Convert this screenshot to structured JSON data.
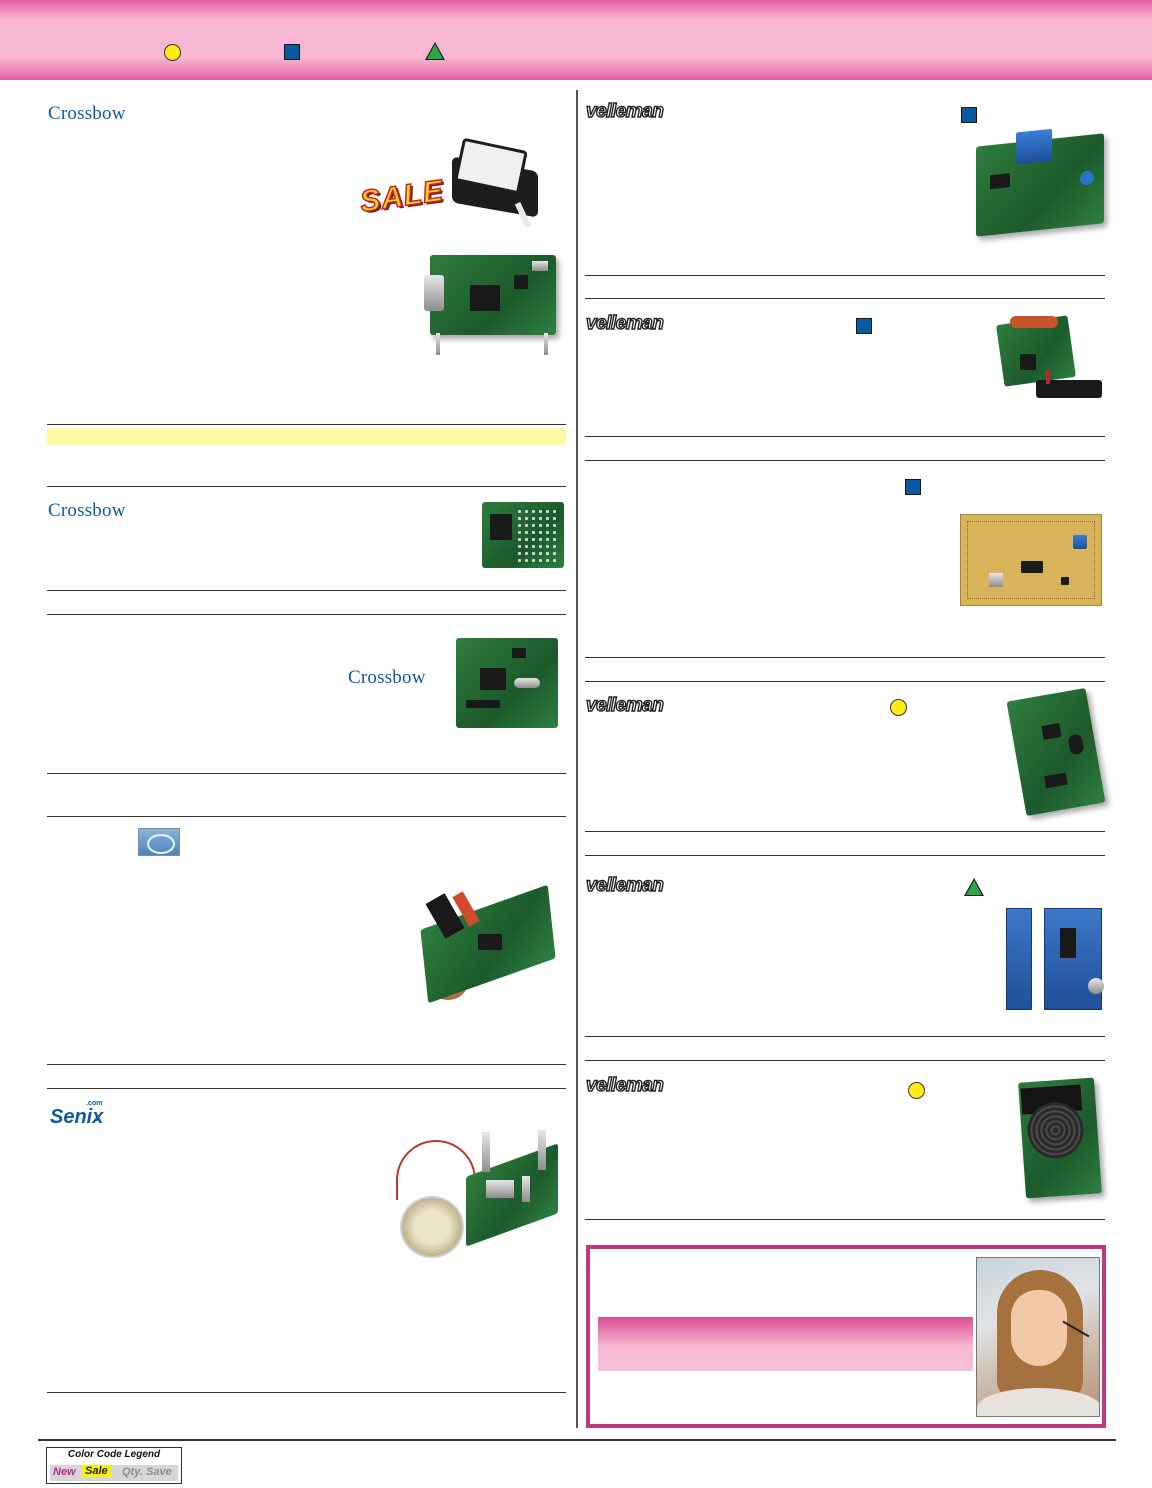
{
  "brands": {
    "crossbow": "Crossbow",
    "velleman": "velleman",
    "senix": "Senix",
    "senix_sup": ".com"
  },
  "sale_badge": "SALE",
  "legend": {
    "title": "Color Code Legend",
    "new": "New",
    "sale": "Sale",
    "qty_save": "Qty. Save"
  },
  "colors": {
    "header_pink": "#e35e9e",
    "header_light": "#f7b6d2",
    "new_circle": "#ffeb17",
    "square_marker": "#0a5aa0",
    "triangle_marker": "#2aa64a",
    "callout_border": "#c2387f",
    "sale_band": "#fff9a6"
  },
  "icons": {
    "circle": "yellow-circle-icon",
    "square": "blue-square-icon",
    "triangle": "green-triangle-icon"
  }
}
